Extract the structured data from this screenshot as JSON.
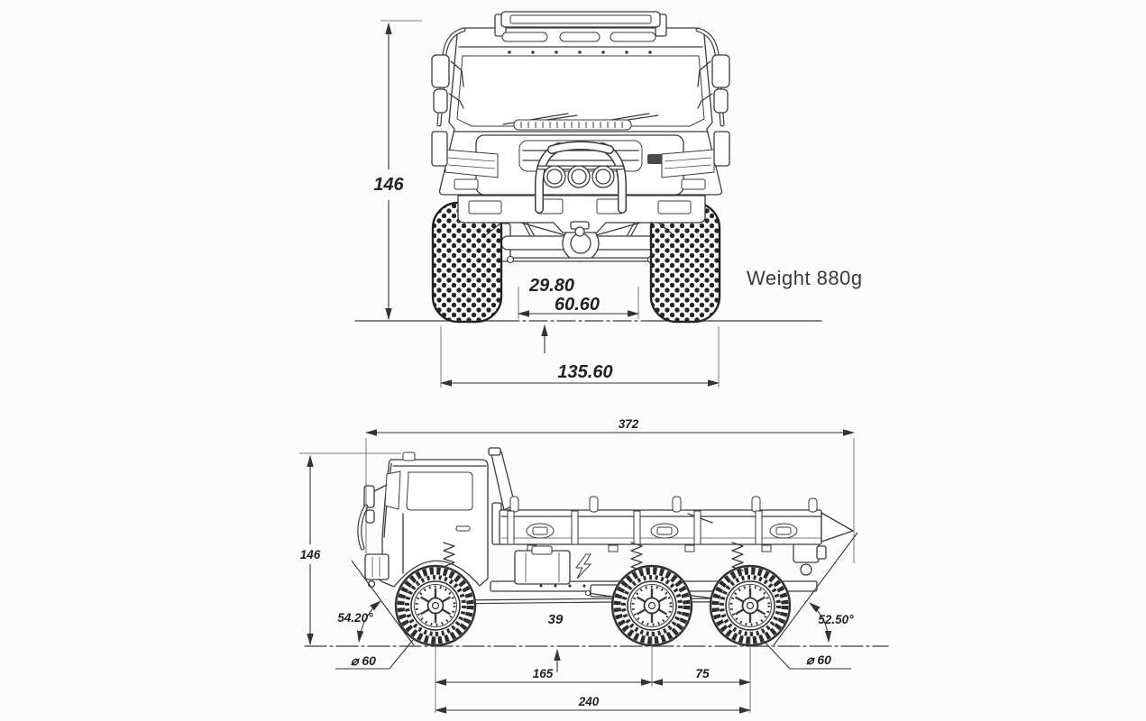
{
  "front_view": {
    "height_label": "146",
    "axle_clearance_label": "29.80",
    "inner_width_label": "60.60",
    "overall_width_label": "135.60"
  },
  "note": {
    "weight_label": "Weight 880g"
  },
  "side_view": {
    "overall_length_label": "372",
    "height_label": "146",
    "approach_angle_label": "54.20°",
    "departure_angle_label": "52.50°",
    "front_tire_dia_label": "⌀ 60",
    "rear_tire_dia_label": "⌀ 60",
    "chassis_clearance_label": "39",
    "axle1_axle2_label": "165",
    "axle2_axle3_label": "75",
    "wheelbase_label": "240"
  },
  "colors": {
    "line": "#3b3b3b",
    "dimension": "#333333",
    "background": "#fcfcfc"
  }
}
